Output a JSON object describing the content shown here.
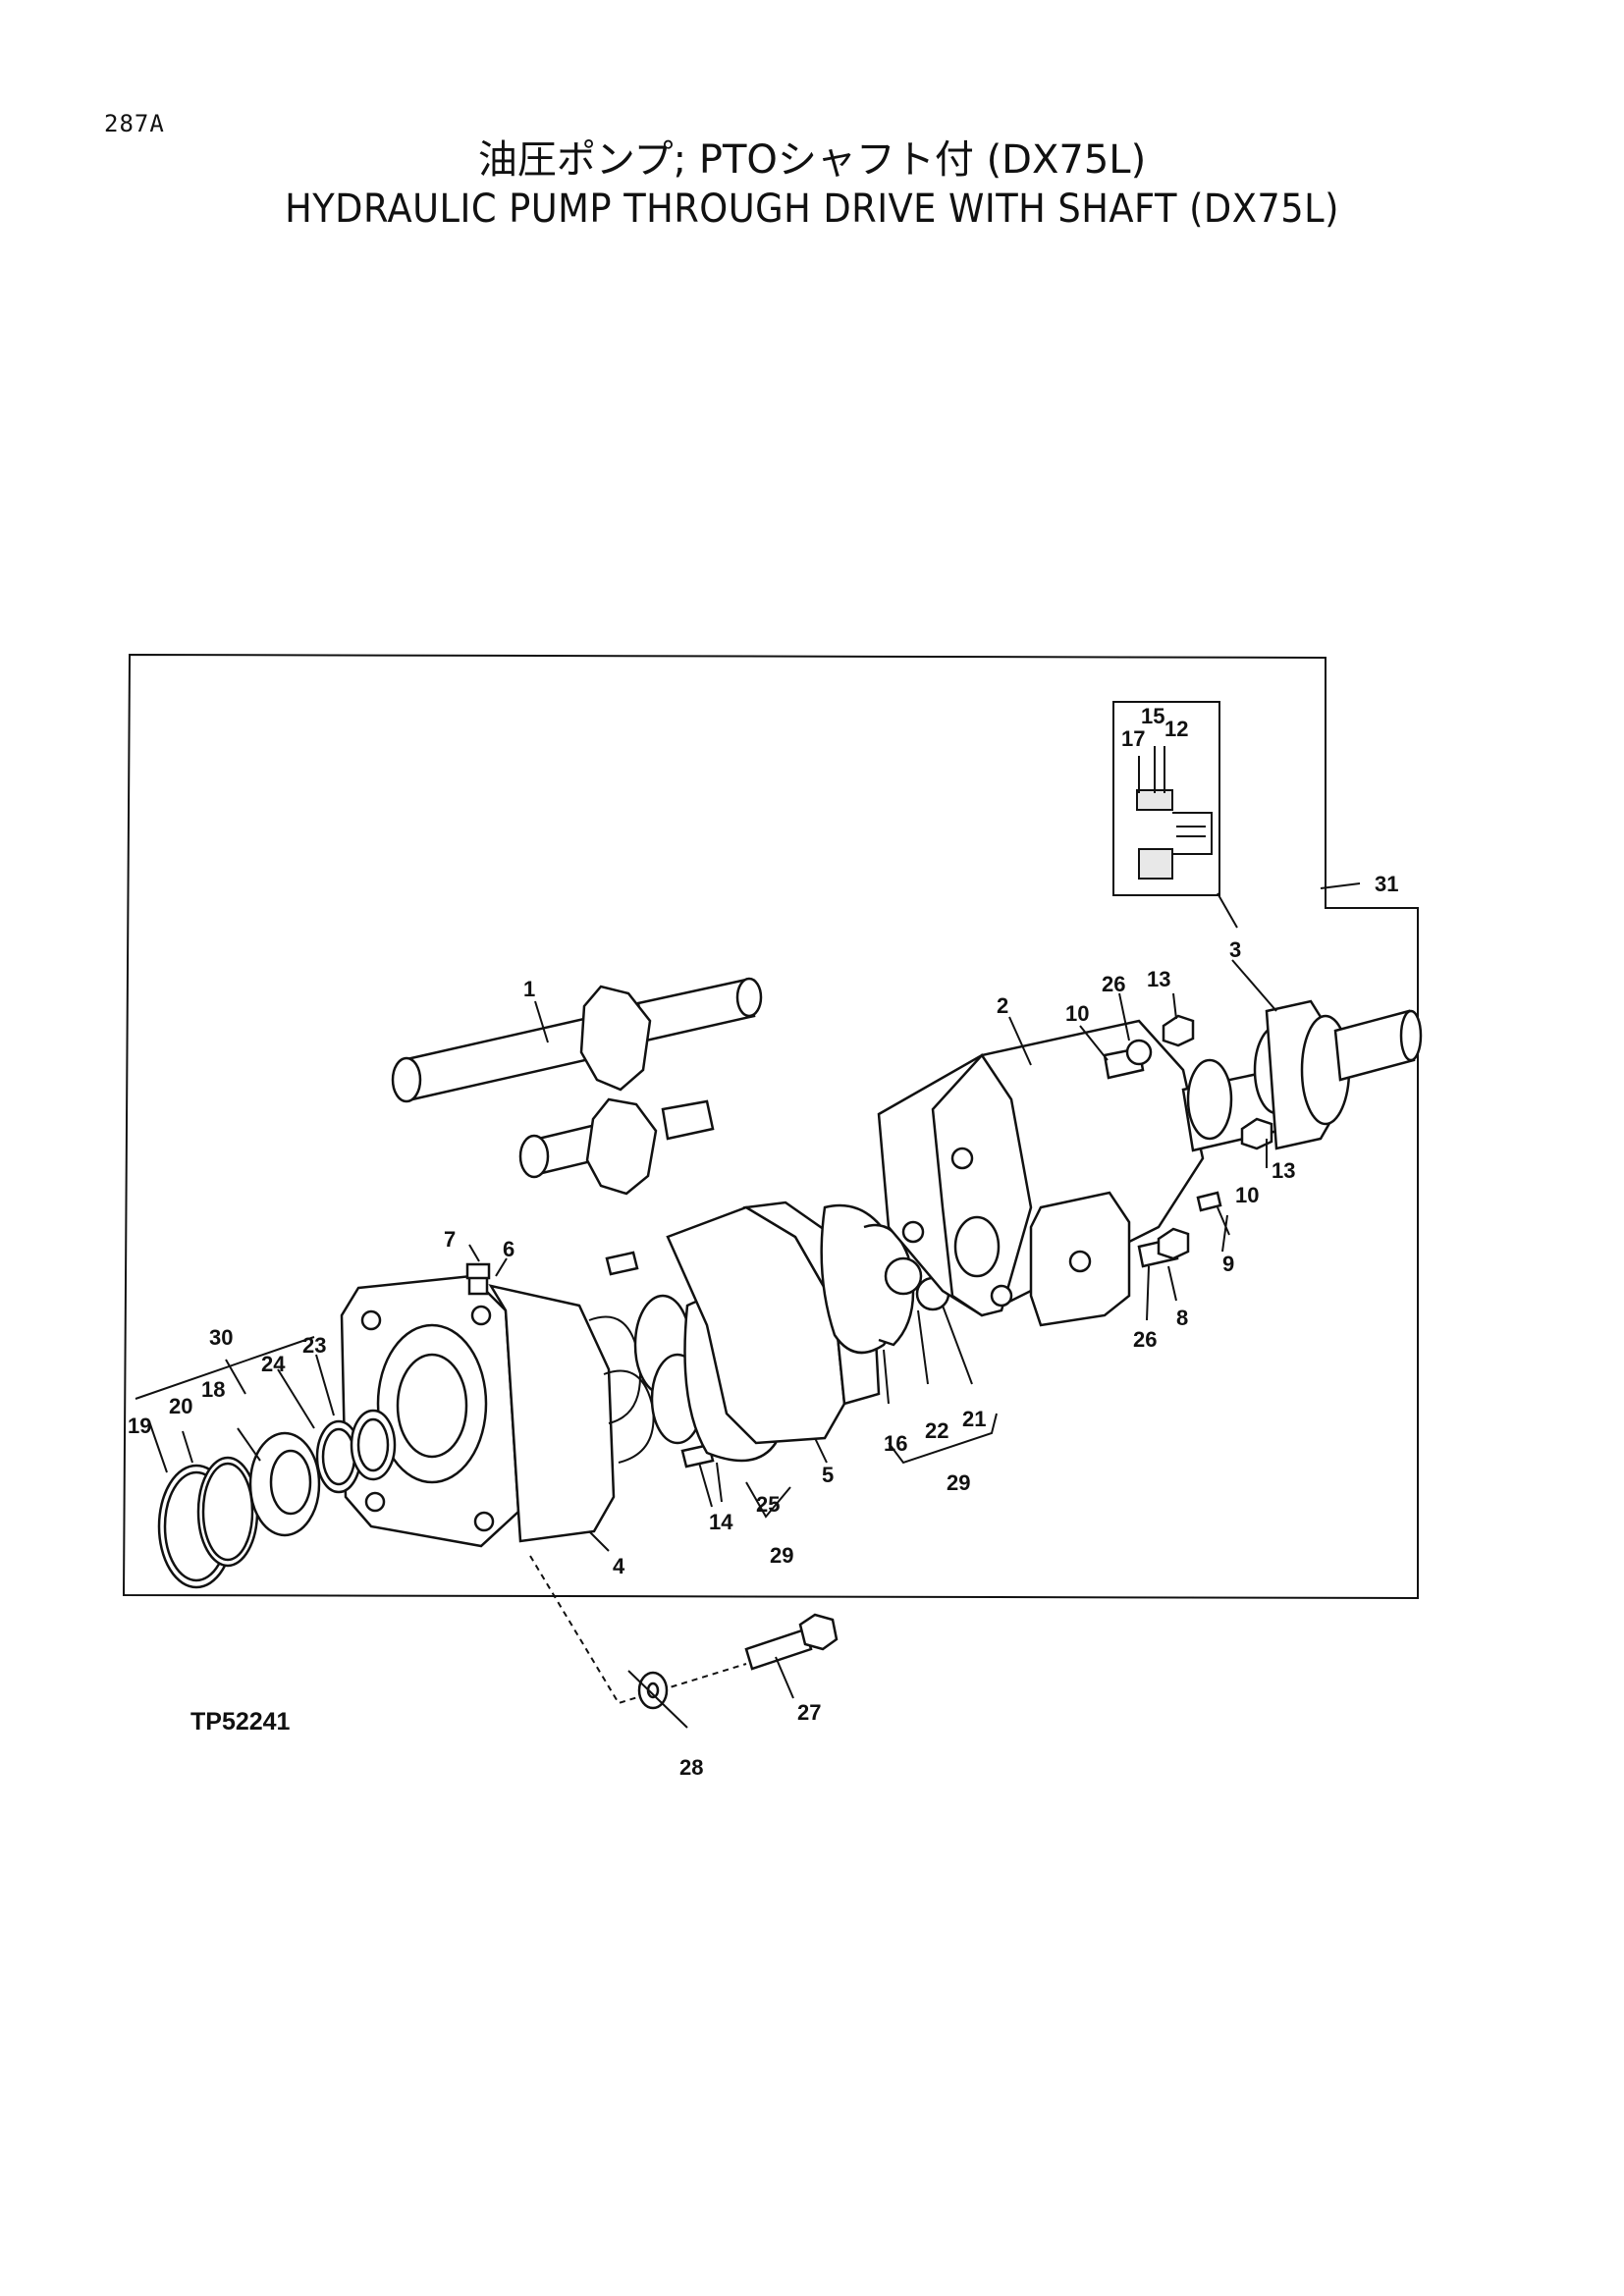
{
  "page_number": "287A",
  "title_jp": "油圧ポンプ; PTOシャフト付 (DX75L)",
  "title_en": "HYDRAULIC PUMP THROUGH DRIVE WITH SHAFT (DX75L)",
  "drawing_code": "TP52241",
  "callouts": {
    "c1": "1",
    "c2": "2",
    "c3": "3",
    "c4": "4",
    "c5": "5",
    "c6": "6",
    "c7": "7",
    "c8": "8",
    "c9": "9",
    "c10a": "10",
    "c10b": "10",
    "c12": "12",
    "c13a": "13",
    "c13b": "13",
    "c14": "14",
    "c15": "15",
    "c16": "16",
    "c17": "17",
    "c18": "18",
    "c19": "19",
    "c20": "20",
    "c21": "21",
    "c22": "22",
    "c23": "23",
    "c24": "24",
    "c25": "25",
    "c26a": "26",
    "c26b": "26",
    "c27": "27",
    "c28": "28",
    "c29a": "29",
    "c29b": "29",
    "c30": "30",
    "c31": "31"
  }
}
